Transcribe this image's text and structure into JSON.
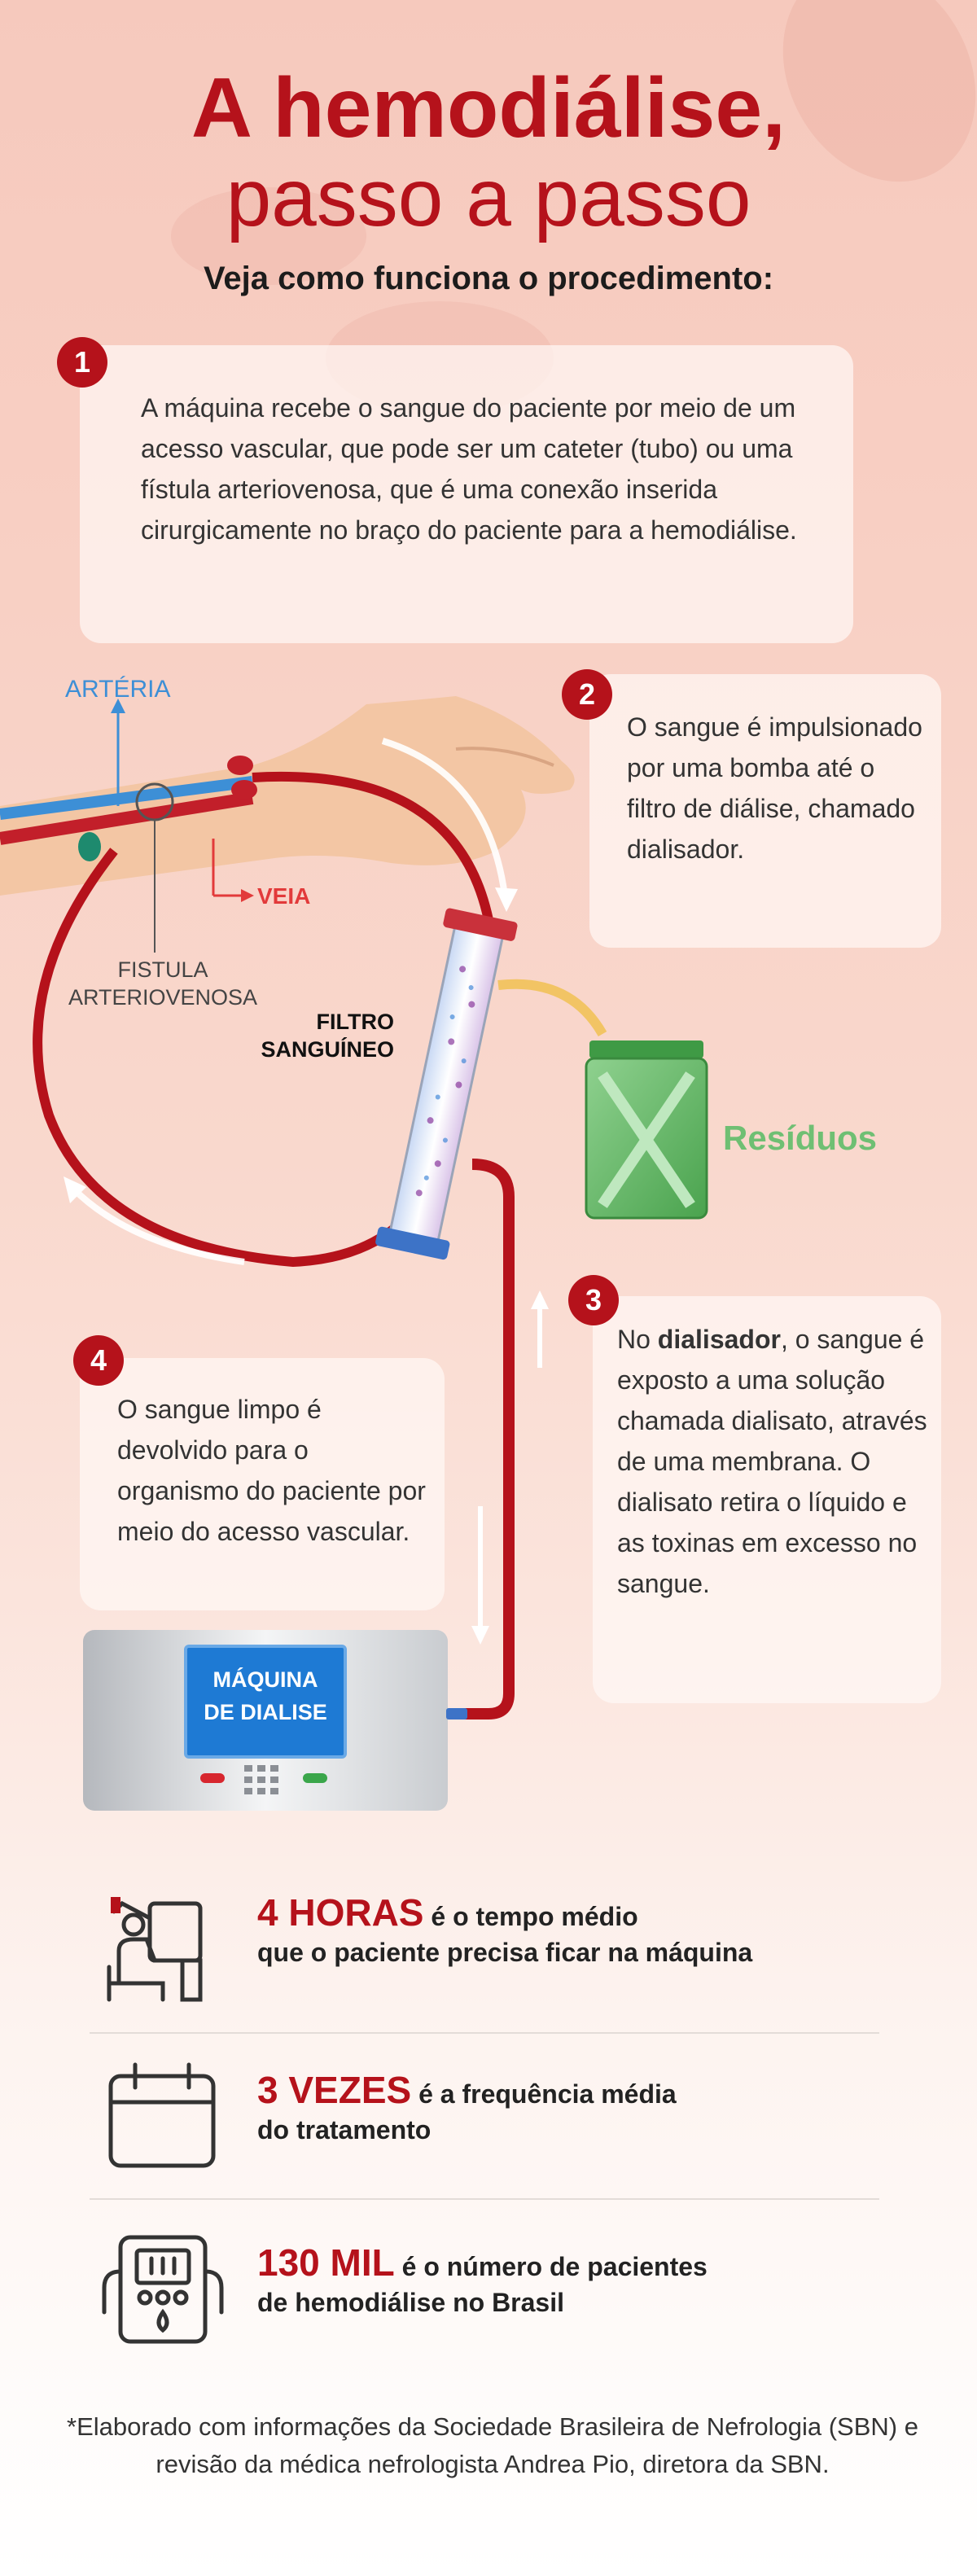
{
  "header": {
    "title_line1": "A hemodiálise,",
    "title_line2": "passo a passo",
    "subtitle": "Veja como funciona o procedimento:"
  },
  "steps": [
    {
      "number": "1",
      "text": "A máquina recebe o sangue do paciente por meio de um acesso vascular, que pode ser um cateter (tubo) ou uma fístula arteriovenosa, que é uma conexão inserida cirurgicamente no braço do paciente para a hemodiálise."
    },
    {
      "number": "2",
      "text": "O sangue é impulsionado por uma bomba até o filtro de diálise, chamado dialisador."
    },
    {
      "number": "3",
      "text_before": "No ",
      "text_bold": "dialisador",
      "text_after": ", o sangue é exposto a uma solução chamada dialisato, através de uma membrana. O dialisato retira o líquido e as toxinas em excesso no sangue."
    },
    {
      "number": "4",
      "text": "O sangue limpo é devolvido para o organismo do paciente por meio do acesso vascular."
    }
  ],
  "diagram": {
    "artery_label": "ARTÉRIA",
    "vein_label": "VEIA",
    "fistula_label_line1": "FISTULA",
    "fistula_label_line2": "ARTERIOVENOSA",
    "filter_label_line1": "FILTRO",
    "filter_label_line2": "SANGUÍNEO",
    "waste_label": "Resíduos",
    "machine_label_line1": "MÁQUINA",
    "machine_label_line2": "DE DIALISE",
    "colors": {
      "blood": "#b5121b",
      "waste": "#6fbf73",
      "artery": "#3d8fd6",
      "machine_screen": "#1e7ad4"
    }
  },
  "stats": [
    {
      "highlight": "4 HORAS",
      "line1": " é o tempo médio",
      "line2": "que o paciente precisa ficar na máquina",
      "icon": "patient-machine-icon"
    },
    {
      "highlight": "3 VEZES",
      "line1": " é a frequência média",
      "line2": "do tratamento",
      "icon": "calendar-icon"
    },
    {
      "highlight": "130 MIL",
      "line1": " é o número de pacientes",
      "line2": "de hemodiálise no Brasil",
      "icon": "dialysis-device-icon"
    }
  ],
  "footnote": "*Elaborado com informações da Sociedade Brasileira de Nefrologia (SBN) e revisão da médica nefrologista Andrea Pio, diretora da SBN."
}
